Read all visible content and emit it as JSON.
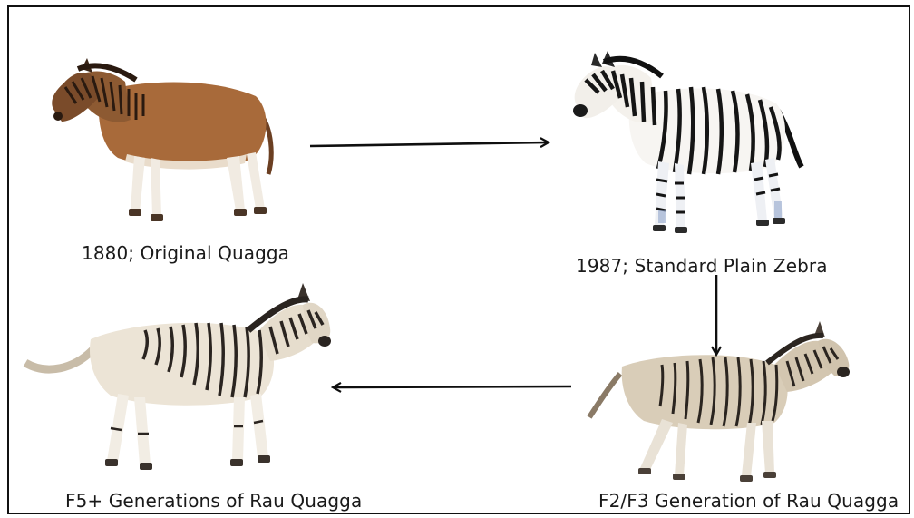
{
  "nodes": [
    {
      "id": "original-quagga",
      "label": "1880; Original Quagga",
      "colors": {
        "body": "#a86a3a",
        "legs": "#f1ebe2",
        "stripe": "#2a1a10"
      }
    },
    {
      "id": "standard-plain-zebra",
      "label": "1987; Standard Plain Zebra",
      "colors": {
        "body": "#f7f5f2",
        "legs": "#f0f2f6",
        "stripe": "#151515"
      }
    },
    {
      "id": "f2-f3-rau-quagga",
      "label": "F2/F3 Generation of Rau Quagga",
      "colors": {
        "body": "#d9cdb8",
        "legs": "#e9e2d6",
        "stripe": "#2b2520"
      }
    },
    {
      "id": "f5-rau-quagga",
      "label": "F5+ Generations of Rau Quagga",
      "colors": {
        "body": "#ece4d6",
        "legs": "#f2ede4",
        "stripe": "#2a2420"
      }
    }
  ],
  "arrows": [
    {
      "from": "original-quagga",
      "to": "standard-plain-zebra"
    },
    {
      "from": "standard-plain-zebra",
      "to": "f2-f3-rau-quagga"
    },
    {
      "from": "f2-f3-rau-quagga",
      "to": "f5-rau-quagga"
    }
  ],
  "arrow_color": "#0f0f0f"
}
